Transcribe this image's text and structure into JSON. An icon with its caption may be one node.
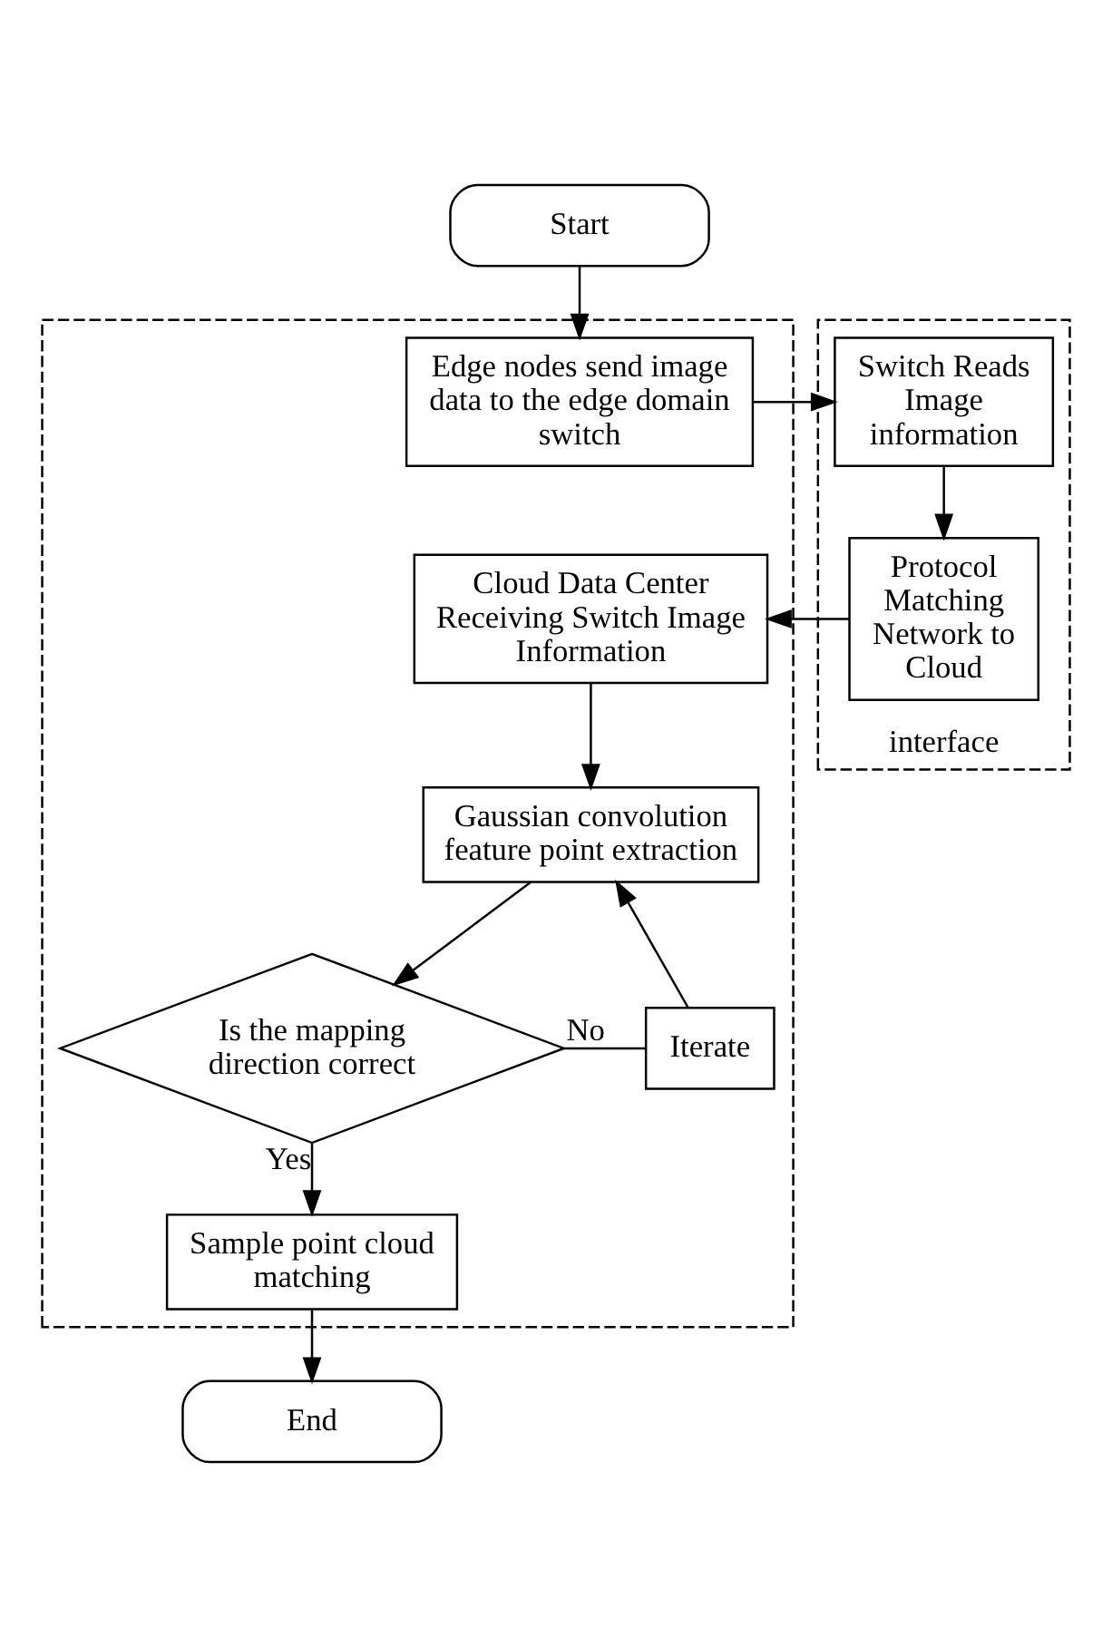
{
  "diagram": {
    "nodes": [
      {
        "text": [
          "Start"
        ]
      },
      {
        "text": [],
        "shape": "box"
      },
      {
        "text": [
          "Edge nodes send image data to the edge domain switch"
        ],
        "in": 1
      },
      {
        "text": [
          "interface"
        ]
      },
      {
        "text": [
          "Switch Reads Image information"
        ],
        "in": 3
      },
      {
        "text": [
          "Protocol Matching Network to Cloud"
        ],
        "in": 3
      },
      {
        "text": [
          "Cloud Data Center Receiving Switch Image Information"
        ],
        "in": 1
      },
      {
        "text": [
          "Gaussian convolution feature point extraction"
        ],
        "in": 1
      },
      {
        "text": [
          "Iterate"
        ],
        "in": 1
      },
      {
        "text": [
          "Is the mapping direction correct"
        ],
        "in": 1
      },
      {
        "text": [
          "Sample point cloud matching"
        ],
        "in": 1
      },
      {
        "text": [
          "End"
        ]
      }
    ],
    "edges": [
      {
        "from": 0,
        "to": 2,
        "arrow": "to"
      },
      {
        "from": 2,
        "to": 4,
        "arrow": "to"
      },
      {
        "from": 4,
        "to": 5,
        "arrow": "to"
      },
      {
        "from": 5,
        "to": 6,
        "arrow": "to"
      },
      {
        "from": 6,
        "to": 7,
        "arrow": "to"
      },
      {
        "from": 7,
        "to": 9,
        "arrow": "to"
      },
      {
        "from": 9,
        "to": 8,
        "arrow": "none",
        "label": "No"
      },
      {
        "from": 8,
        "to": 7,
        "arrow": "to"
      },
      {
        "from": 9,
        "to": 10,
        "arrow": "to",
        "label": "Yes"
      },
      {
        "from": 10,
        "to": 11,
        "arrow": "to"
      }
    ]
  }
}
